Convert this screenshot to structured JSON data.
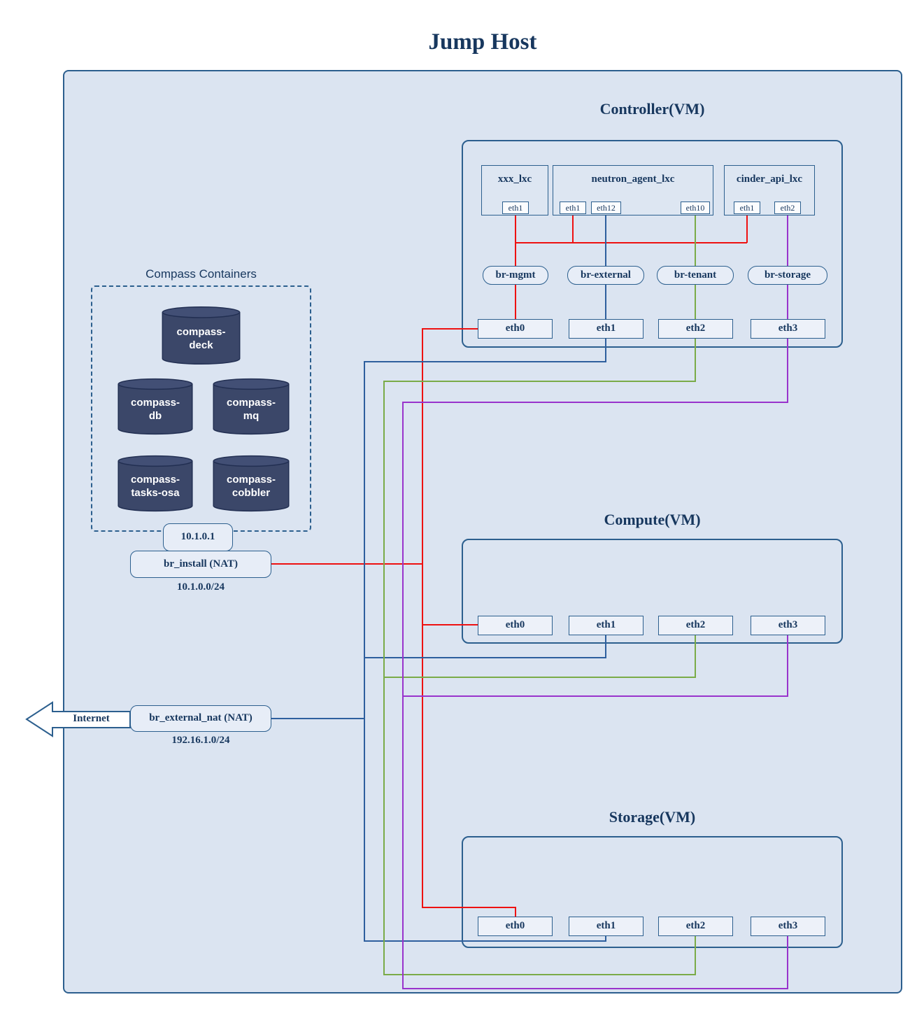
{
  "title": "Jump Host",
  "colors": {
    "mgmt_line": "#ee1111",
    "external_line": "#2e5f9e",
    "tenant_line": "#7aab48",
    "storage_line": "#9933cc",
    "border": "#2c5f8e",
    "canvas_fill": "#dbe4f1",
    "cylinder_fill": "#3b4769",
    "text": "#17375e"
  },
  "controller": {
    "label": "Controller(VM)",
    "xxx_lxc": {
      "name": "xxx_lxc",
      "ports": [
        "eth1"
      ]
    },
    "neutron": {
      "name": "neutron_agent_lxc",
      "ports": [
        "eth1",
        "eth12",
        "eth10"
      ]
    },
    "cinder": {
      "name": "cinder_api_lxc",
      "ports": [
        "eth1",
        "eth2"
      ]
    },
    "bridges": [
      "br-mgmt",
      "br-external",
      "br-tenant",
      "br-storage"
    ],
    "nics": [
      "eth0",
      "eth1",
      "eth2",
      "eth3"
    ]
  },
  "compute": {
    "label": "Compute(VM)",
    "nics": [
      "eth0",
      "eth1",
      "eth2",
      "eth3"
    ]
  },
  "storage_vm": {
    "label": "Storage(VM)",
    "nics": [
      "eth0",
      "eth1",
      "eth2",
      "eth3"
    ]
  },
  "compass": {
    "label": "Compass Containers",
    "cylinders": [
      "compass-deck",
      "compass-db",
      "compass-mq",
      "compass-tasks-osa",
      "compass-cobbler"
    ]
  },
  "br_install": {
    "ip": "10.1.0.1",
    "label": "br_install (NAT)",
    "subnet": "10.1.0.0/24"
  },
  "br_external_nat": {
    "label": "br_external_nat (NAT)",
    "subnet": "192.16.1.0/24"
  },
  "internet": {
    "label": "Internet"
  }
}
